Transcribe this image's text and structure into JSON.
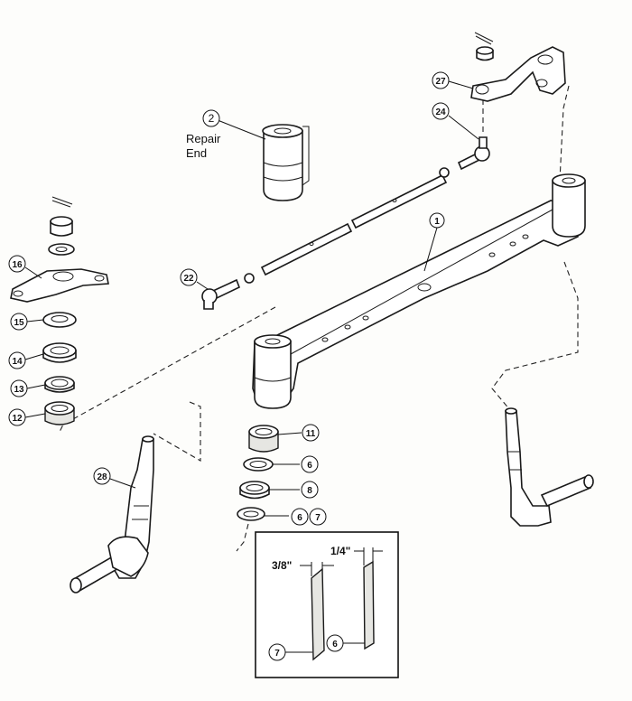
{
  "callouts": {
    "c1": "1",
    "c2": "2",
    "c6a": "6",
    "c6b": "6",
    "c6c": "6",
    "c7a": "7",
    "c7b": "7",
    "c8": "8",
    "c11": "11",
    "c12": "12",
    "c13": "13",
    "c14": "14",
    "c15": "15",
    "c16": "16",
    "c22": "22",
    "c24": "24",
    "c27": "27",
    "c28": "28"
  },
  "labels": {
    "repair_line1": "Repair",
    "repair_line2": "End"
  },
  "inset": {
    "dim_left": "3/8\"",
    "dim_right": "1/4\""
  }
}
